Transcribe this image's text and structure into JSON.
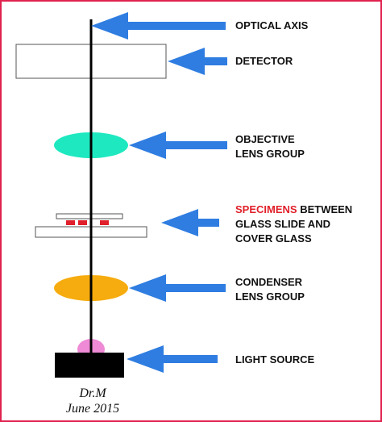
{
  "labels": {
    "optical_axis": "OPTICAL AXIS",
    "detector": "DETECTOR",
    "objective_line1": "OBJECTIVE",
    "objective_line2": "LENS GROUP",
    "specimens_highlight": "SPECIMENS",
    "specimens_line1_rest": " BETWEEN",
    "specimens_line2": "GLASS SLIDE AND",
    "specimens_line3": "COVER GLASS",
    "condenser_line1": "CONDENSER",
    "condenser_line2": "LENS GROUP",
    "light_source": "LIGHT SOURCE"
  },
  "signature": {
    "line1": "Dr.M",
    "line2": "June 2015"
  },
  "colors": {
    "border": "#e0224e",
    "arrow": "#2f7de1",
    "objective_lens": "#1ee8c0",
    "condenser_lens": "#f6ac0e",
    "specimen": "#e0202a",
    "light_bulb": "#ee8ad6",
    "light_base": "#000000",
    "highlight_text": "#e0202a"
  }
}
